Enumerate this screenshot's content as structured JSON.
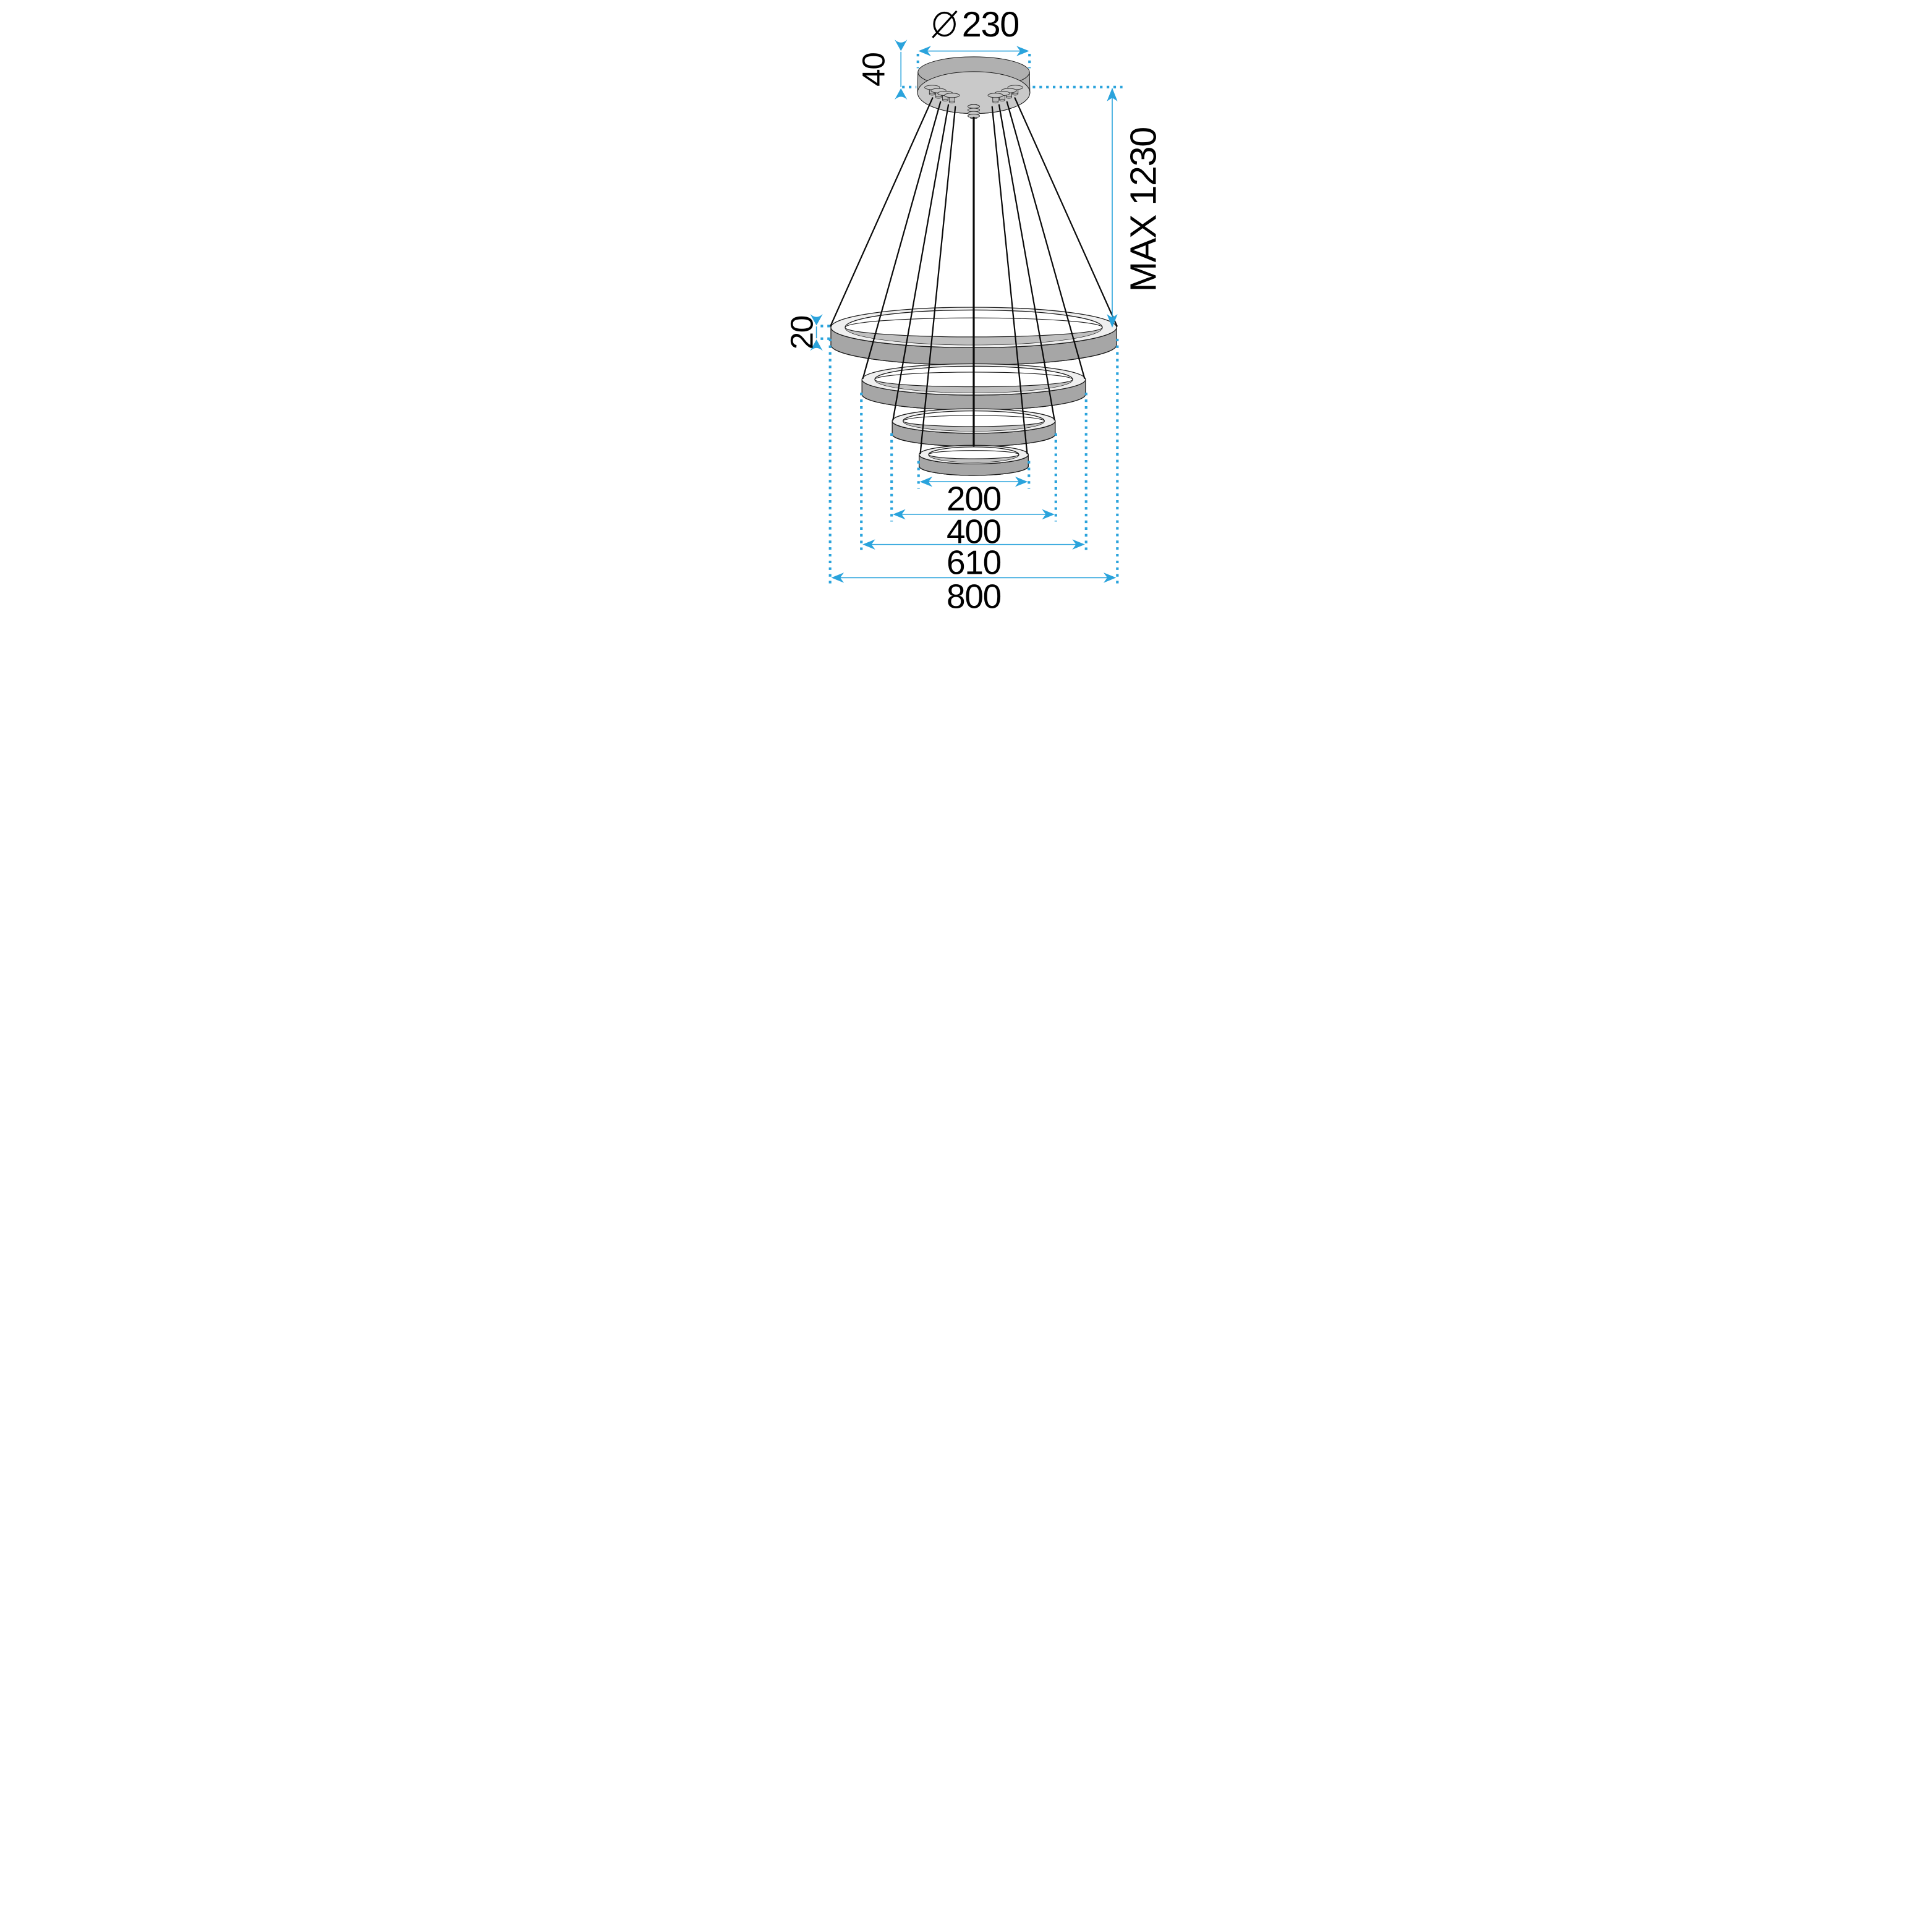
{
  "title": "Four-ring LED pendant lamp – dimensional technical drawing",
  "colors": {
    "accent_dimension_blue": "#2AA3DC",
    "ink_black": "#000000",
    "outline_gray": "#1a1a1a",
    "canopy_body_gray": "#b0b0b0",
    "canopy_face_gray": "#c9c9c9",
    "ring_band_gray": "#a6a6a6",
    "ring_top_gray": "#efefef",
    "ring_bottom_gray": "#979797",
    "background": "#ffffff"
  },
  "icons": {
    "diameter_symbol": "circle-with-slash (⌀)"
  },
  "dims": {
    "canopy_diameter": "230",
    "canopy_height": "40",
    "max_hanging_height": "MAX 1230",
    "ring_height": "20",
    "ring_d200": "200",
    "ring_d400": "400",
    "ring_d610": "610",
    "ring_d800": "800"
  }
}
